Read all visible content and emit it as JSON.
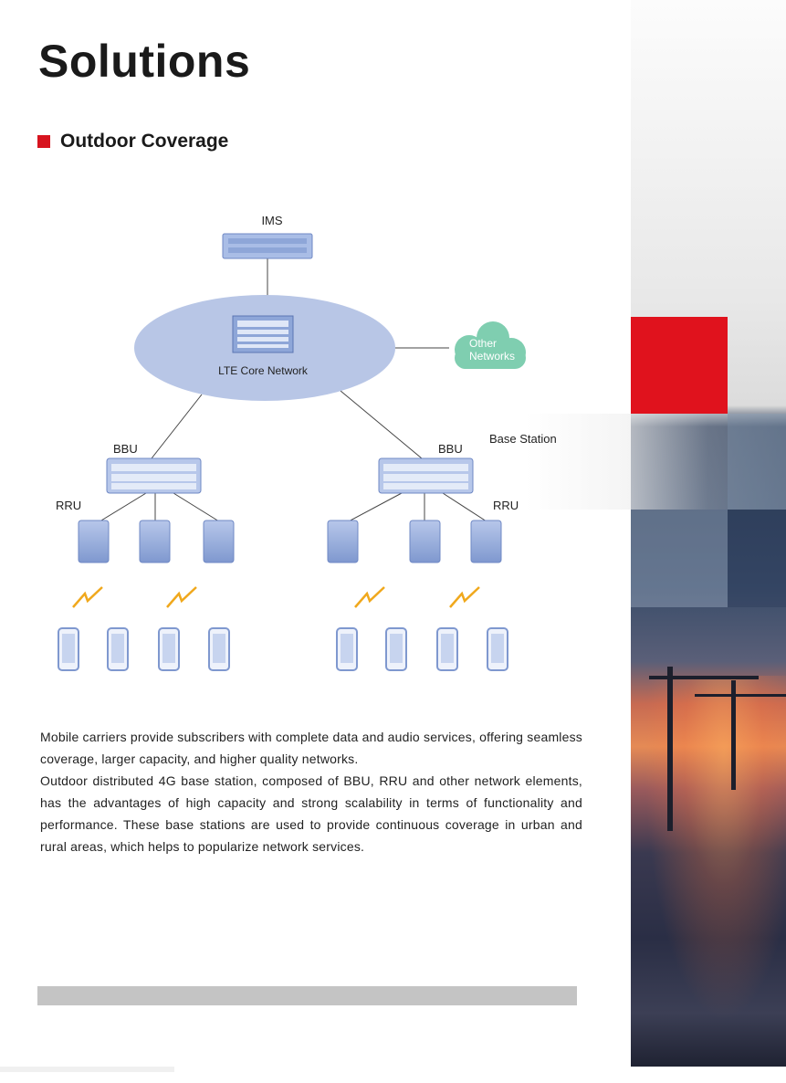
{
  "page": {
    "title": "Solutions",
    "section_title": "Outdoor Coverage"
  },
  "colors": {
    "accent_red": "#d7141f",
    "cloud_green": "#7fceb0",
    "core_blue": "#b8c6e6",
    "device_blue": "#8ea6d8"
  },
  "diagram": {
    "ims_label": "IMS",
    "core_label": "LTE Core Network",
    "other_networks_line1": "Other",
    "other_networks_line2": "Networks",
    "bbu_left_label": "BBU",
    "bbu_right_label": "BBU",
    "rru_left_label": "RRU",
    "rru_right_label": "RRU",
    "base_station_label": "Base Station",
    "icons": [
      "server-rack-icon",
      "cloud-icon",
      "bbu-unit-icon",
      "rru-unit-icon",
      "signal-icon",
      "smartphone-icon"
    ]
  },
  "body": {
    "para1": "Mobile carriers provide subscribers with complete data and audio services, offering seamless coverage, larger capacity, and higher quality networks.",
    "para2": "Outdoor distributed 4G base station, composed of BBU, RRU and other network elements, has the advantages of high capacity and strong scalability in terms of functionality and performance.  These base stations are used to provide continuous coverage in urban and rural areas, which helps to popularize network services."
  }
}
